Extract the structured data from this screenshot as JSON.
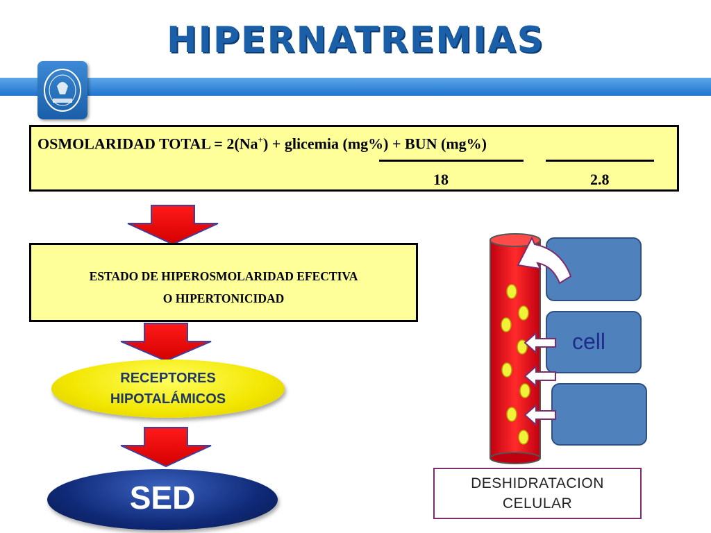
{
  "slide": {
    "title": "HIPERNATREMIAS"
  },
  "formula": {
    "lhs": "OSMOLARIDAD TOTAL = 2(Na",
    "superscript": "+",
    "rhs_start": ") + ",
    "term_glicemia": "glicemia (mg%)",
    "plus": " + ",
    "term_bun": "BUN (mg%)",
    "denominator_glicemia": "18",
    "denominator_bun": "2.8"
  },
  "flow": {
    "state_line1": "ESTADO DE HIPEROSMOLARIDAD EFECTIVA",
    "state_line2": "O HIPERTONICIDAD",
    "receptors_line1": "RECEPTORES",
    "receptors_line2": "HIPOTALÁMICOS",
    "result": "SED"
  },
  "illustration": {
    "cell_label": "cell",
    "caption_line1": "DESHIDRATACION",
    "caption_line2": "CELULAR"
  },
  "colors": {
    "title_blue": "#1a5fa8",
    "box_yellow": "#ffff99",
    "arrow_red": "#ff0000",
    "cell_blue": "#4f81bd",
    "vessel_red": "#e8141c",
    "sed_navy": "#102a78"
  }
}
